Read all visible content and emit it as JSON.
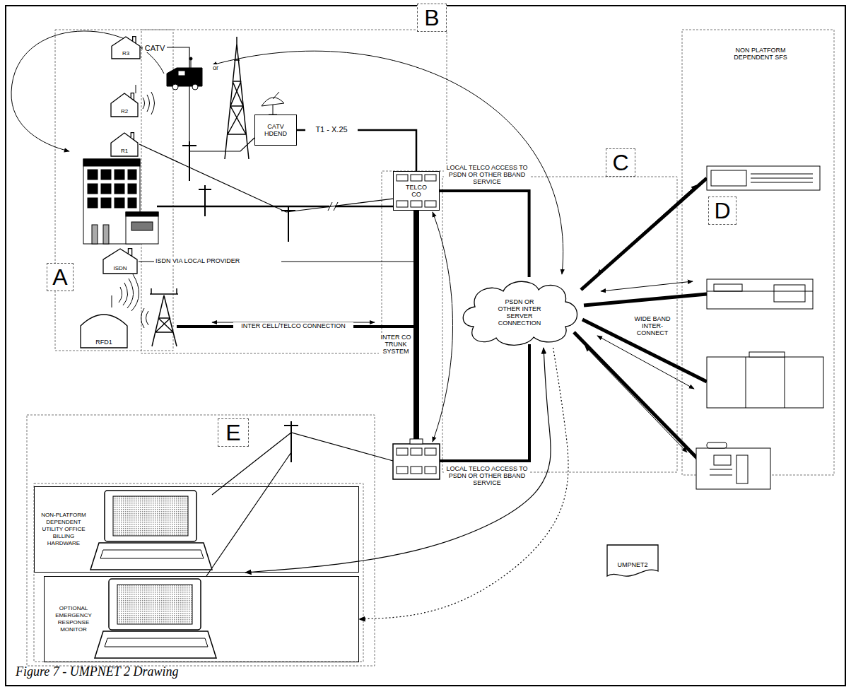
{
  "diagram": {
    "caption": "Figure 7 - UMPNET 2 Drawing",
    "nodes": [
      {
        "text": [
          "R3"
        ]
      },
      {
        "text": [
          "R2"
        ]
      },
      {
        "text": [
          "R1"
        ]
      },
      {
        "text": [
          "B"
        ]
      },
      {
        "text": [
          "CATV HDEND"
        ]
      },
      {
        "text": [
          "TELCO CO"
        ]
      },
      {
        "text": [
          "C"
        ]
      },
      {
        "text": [
          "D"
        ]
      },
      {
        "text": [
          "ISDN"
        ]
      },
      {
        "text": [
          "A"
        ]
      },
      {
        "text": [
          "RFD1"
        ]
      },
      {
        "text": [
          "PSDN OR OTHER INTER SERVER CONNECTION"
        ]
      },
      {
        "text": [
          "E"
        ]
      },
      {
        "text": [
          "NON-PLATFORM DEPENDENT UTILITY OFFICE BILLING HARDWARE"
        ]
      },
      {
        "text": [
          "OPTIONAL EMERGENCY RESPONSE MONITOR"
        ]
      },
      {
        "text": [
          "UMPNET2"
        ]
      }
    ],
    "edges": [
      {
        "from": 0,
        "to": 4,
        "arrow": "none",
        "label": "CATV"
      },
      {
        "from": 2,
        "to": 5,
        "arrow": "none"
      },
      {
        "from": 4,
        "to": 5,
        "arrow": "none",
        "label": "T1 - X.25"
      },
      {
        "from": 5,
        "to": 11,
        "arrow": "none",
        "label": "LOCAL TELCO ACCESS TO PSDN OR OTHER BBAND SERVICE"
      },
      {
        "from": 11,
        "to": 13,
        "arrow": "both"
      },
      {
        "from": 11,
        "to": 14,
        "arrow": "to"
      }
    ],
    "labels": [
      "or",
      "ISDN VIA LOCAL PROVIDER",
      "INTER CELL/TELCO CONNECTION",
      "INTER CO TRUNK SYSTEM",
      "LOCAL TELCO ACCESS TO PSDN OR OTHER BBAND SERVICE",
      "NON PLATFORM DEPENDENT SFS",
      "WIDE BAND INTER-CONNECT"
    ]
  }
}
